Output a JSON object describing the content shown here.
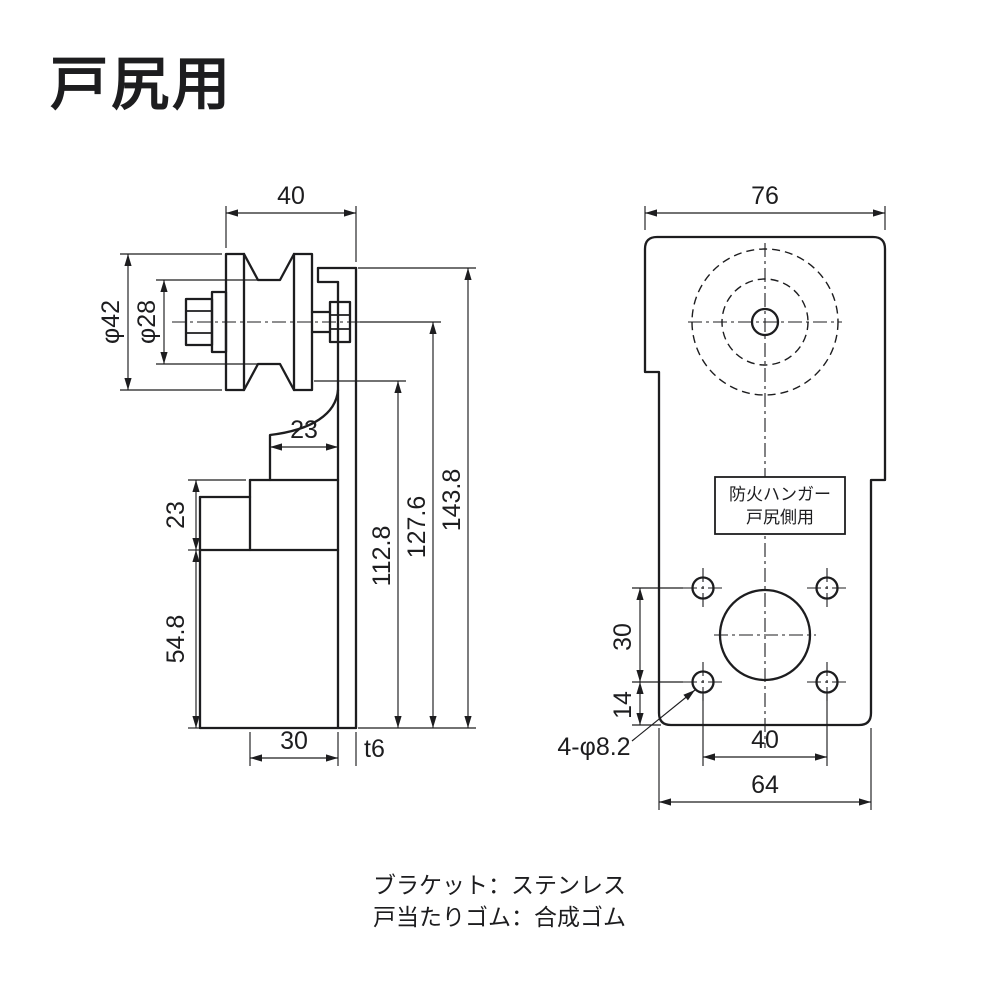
{
  "title": "戸尻用",
  "colors": {
    "ink": "#1d1d1f",
    "bg": "#ffffff"
  },
  "notes": {
    "bracket": "ブラケット：ステンレス",
    "rubber": "戸当たりゴム：合成ゴム"
  },
  "side_view": {
    "dim_top_width": "40",
    "dim_roller_od": "φ42",
    "dim_hub_od": "φ28",
    "dim_offset": "23",
    "dim_block_upper": "23",
    "dim_block_lower": "54.8",
    "dim_height_1": "112.8",
    "dim_height_2": "127.6",
    "dim_height_3": "143.8",
    "dim_bottom_width": "30",
    "dim_thickness": "t6"
  },
  "front_view": {
    "dim_top_width": "76",
    "dim_hole_pitch_v": "30",
    "dim_hole_edge": "14",
    "dim_hole_callout": "4-φ8.2",
    "dim_hole_pitch_h": "40",
    "dim_bottom_width": "64",
    "label_line1": "防火ハンガー",
    "label_line2": "戸尻側用"
  }
}
